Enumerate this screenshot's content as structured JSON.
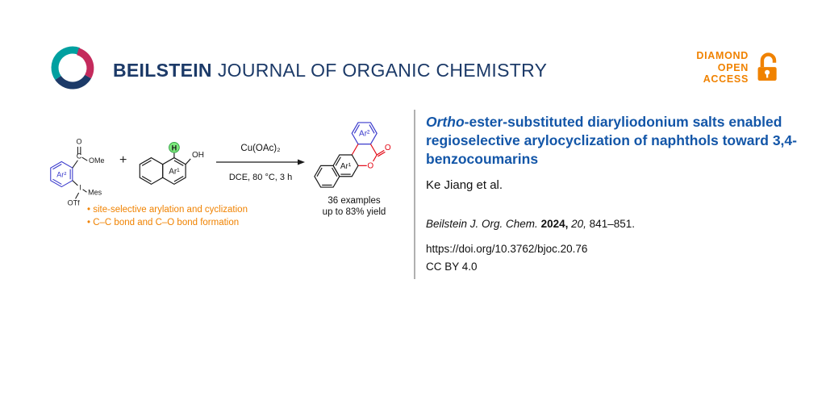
{
  "header": {
    "brand_bold": "BEILSTEIN",
    "brand_rest": "JOURNAL OF ORGANIC CHEMISTRY",
    "open_access": {
      "line1": "DIAMOND",
      "line2": "OPEN",
      "line3": "ACCESS"
    }
  },
  "scheme": {
    "reactant1": {
      "ring": "Ar²",
      "carbon": "C",
      "carbonyl_o": "O",
      "ester": "OMe",
      "iodine": "I",
      "mesityl": "Mes",
      "triflate": "OTf"
    },
    "plus": "+",
    "reactant2": {
      "ring": "Ar¹",
      "hydroxyl": "OH",
      "hydrogen": "H"
    },
    "arrow": {
      "reagent": "Cu(OAc)₂",
      "conditions": "DCE, 80 °C, 3 h"
    },
    "product": {
      "ring_top": "Ar²",
      "ring_bottom": "Ar¹",
      "carbonyl_o": "O",
      "ring_o": "O"
    },
    "stats": {
      "examples": "36 examples",
      "yield": "up to 83% yield"
    },
    "bullets": [
      "• site-selective arylation and cyclization",
      "• C–C bond and C–O bond formation"
    ]
  },
  "info": {
    "title_italic": "Ortho",
    "title_rest": "-ester-substituted diaryliodonium salts enabled regioselective arylocyclization of naphthols toward 3,4-benzocoumarins",
    "authors": "Ke Jiang et al.",
    "citation": {
      "journal": "Beilstein J. Org. Chem.",
      "year": "2024,",
      "volume": "20,",
      "pages": "841–851."
    },
    "doi": "https://doi.org/10.3762/bjoc.20.76",
    "license": "CC BY 4.0"
  },
  "colors": {
    "brand_navy": "#1c3a68",
    "title_blue": "#1356a8",
    "accent_orange": "#f08200",
    "scheme_blue": "#3a3acc",
    "scheme_red": "#e20613",
    "highlight_green": "#7ce87c"
  }
}
